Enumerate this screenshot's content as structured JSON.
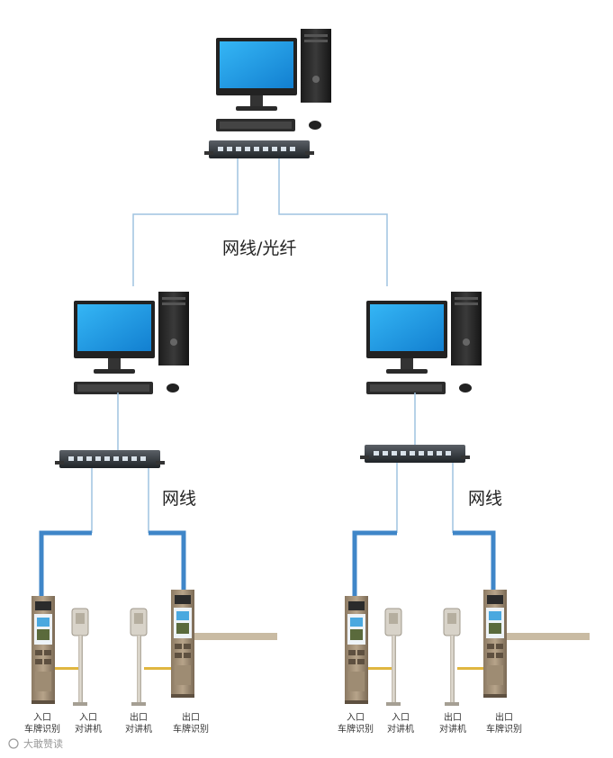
{
  "labels": {
    "top_link": "网线/光纤",
    "left_link": "网线",
    "right_link": "网线"
  },
  "devices": {
    "left": [
      {
        "line1": "入口",
        "line2": "车牌识别"
      },
      {
        "line1": "入口",
        "line2": "对讲机"
      },
      {
        "line1": "出口",
        "line2": "对讲机"
      },
      {
        "line1": "出口",
        "line2": "车牌识别"
      }
    ],
    "right": [
      {
        "line1": "入口",
        "line2": "车牌识别"
      },
      {
        "line1": "入口",
        "line2": "对讲机"
      },
      {
        "line1": "出口",
        "line2": "对讲机"
      },
      {
        "line1": "出口",
        "line2": "车牌识别"
      }
    ]
  },
  "watermark": "大敢赞读",
  "colors": {
    "thin_link": "#9fc3e0",
    "thick_link": "#3f86c8",
    "screen": "#1e9be8",
    "barrier": "#c9bba3"
  }
}
